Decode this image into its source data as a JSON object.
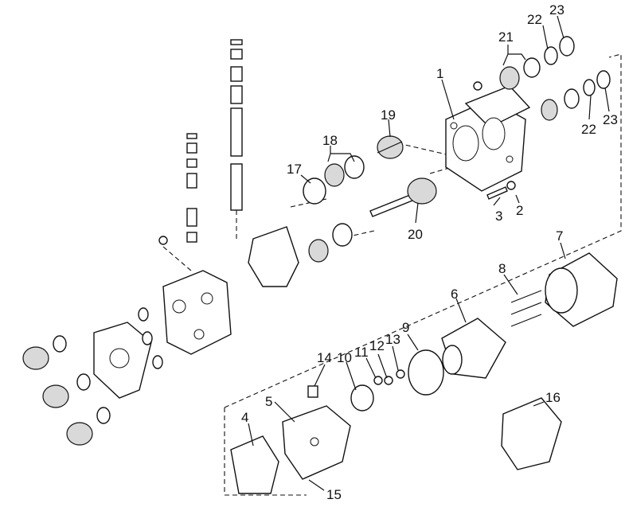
{
  "callouts": [
    {
      "id": "c1",
      "label": "1"
    },
    {
      "id": "c2",
      "label": "2"
    },
    {
      "id": "c3",
      "label": "3"
    },
    {
      "id": "c4",
      "label": "4"
    },
    {
      "id": "c5",
      "label": "5"
    },
    {
      "id": "c6",
      "label": "6"
    },
    {
      "id": "c7",
      "label": "7"
    },
    {
      "id": "c8",
      "label": "8"
    },
    {
      "id": "c9",
      "label": "9"
    },
    {
      "id": "c10",
      "label": "10"
    },
    {
      "id": "c11",
      "label": "11"
    },
    {
      "id": "c12",
      "label": "12"
    },
    {
      "id": "c13",
      "label": "13"
    },
    {
      "id": "c14",
      "label": "14"
    },
    {
      "id": "c15",
      "label": "15"
    },
    {
      "id": "c16",
      "label": "16"
    },
    {
      "id": "c17",
      "label": "17"
    },
    {
      "id": "c18",
      "label": "18"
    },
    {
      "id": "c19",
      "label": "19"
    },
    {
      "id": "c20",
      "label": "20"
    },
    {
      "id": "c21",
      "label": "21"
    },
    {
      "id": "c22a",
      "label": "22"
    },
    {
      "id": "c23a",
      "label": "23"
    },
    {
      "id": "c22b",
      "label": "22"
    },
    {
      "id": "c23b",
      "label": "23"
    }
  ]
}
